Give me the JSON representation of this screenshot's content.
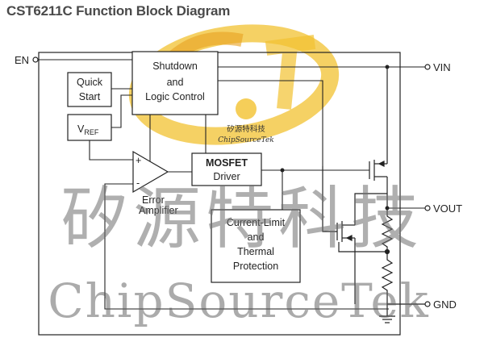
{
  "title": "CST6211C Function Block Diagram",
  "pins": {
    "en": "EN",
    "vin": "VIN",
    "vout": "VOUT",
    "gnd": "GND"
  },
  "blocks": {
    "shutdown_l1": "Shutdown",
    "shutdown_l2": "and",
    "shutdown_l3": "Logic Control",
    "quick_l1": "Quick",
    "quick_l2": "Start",
    "vref_main": "V",
    "vref_sub": "REF",
    "mosfet_l1": "MOSFET",
    "mosfet_l2": "Driver",
    "error_l1": "Error",
    "error_l2": "Amplifier",
    "cl_l1": "Current-Limit",
    "cl_l2": "and",
    "cl_l3": "Thermal",
    "cl_l4": "Protection"
  },
  "amp": {
    "plus": "+",
    "minus": "-"
  },
  "watermark": {
    "logo_cn": "矽源特科技",
    "logo_en": "ChipSourceTek",
    "big_cn": "矽源特科技",
    "big_en": "ChipSourceTek"
  },
  "colors": {
    "logo_yellow": "#f2c230",
    "logo_orange": "#e8a020",
    "line": "#222222"
  }
}
